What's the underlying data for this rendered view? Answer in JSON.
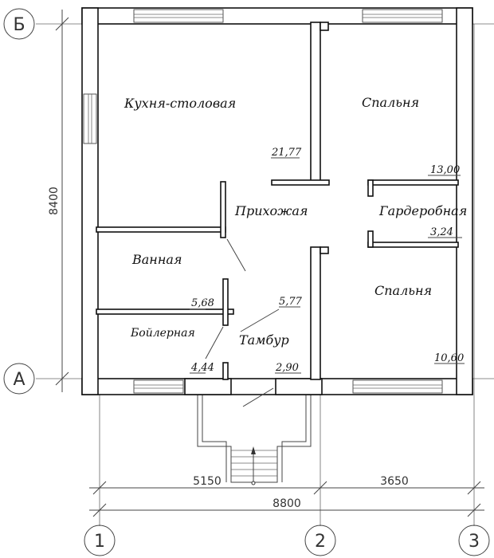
{
  "axes": {
    "letters": [
      "Б",
      "А"
    ],
    "numbers": [
      "1",
      "2",
      "3"
    ]
  },
  "rooms": {
    "kitchen": {
      "name": "Кухня-столовая",
      "area": "21,77"
    },
    "bedroom_top": {
      "name": "Спальня",
      "area": "13,00"
    },
    "hallway": {
      "name": "Прихожая"
    },
    "wardrobe": {
      "name": "Гардеробная",
      "area": "3,24"
    },
    "bathroom": {
      "name": "Ванная",
      "area": "5,68"
    },
    "boiler": {
      "name": "Бойлерная",
      "area": "4,44"
    },
    "vestibule": {
      "name": "Тамбур",
      "area": "5,77"
    },
    "porch": {
      "area": "2,90"
    },
    "bedroom_bottom": {
      "name": "Спальня",
      "area": "10,60"
    }
  },
  "dimensions": {
    "height": "8400",
    "span_1_2": "5150",
    "span_2_3": "3650",
    "total": "8800"
  }
}
